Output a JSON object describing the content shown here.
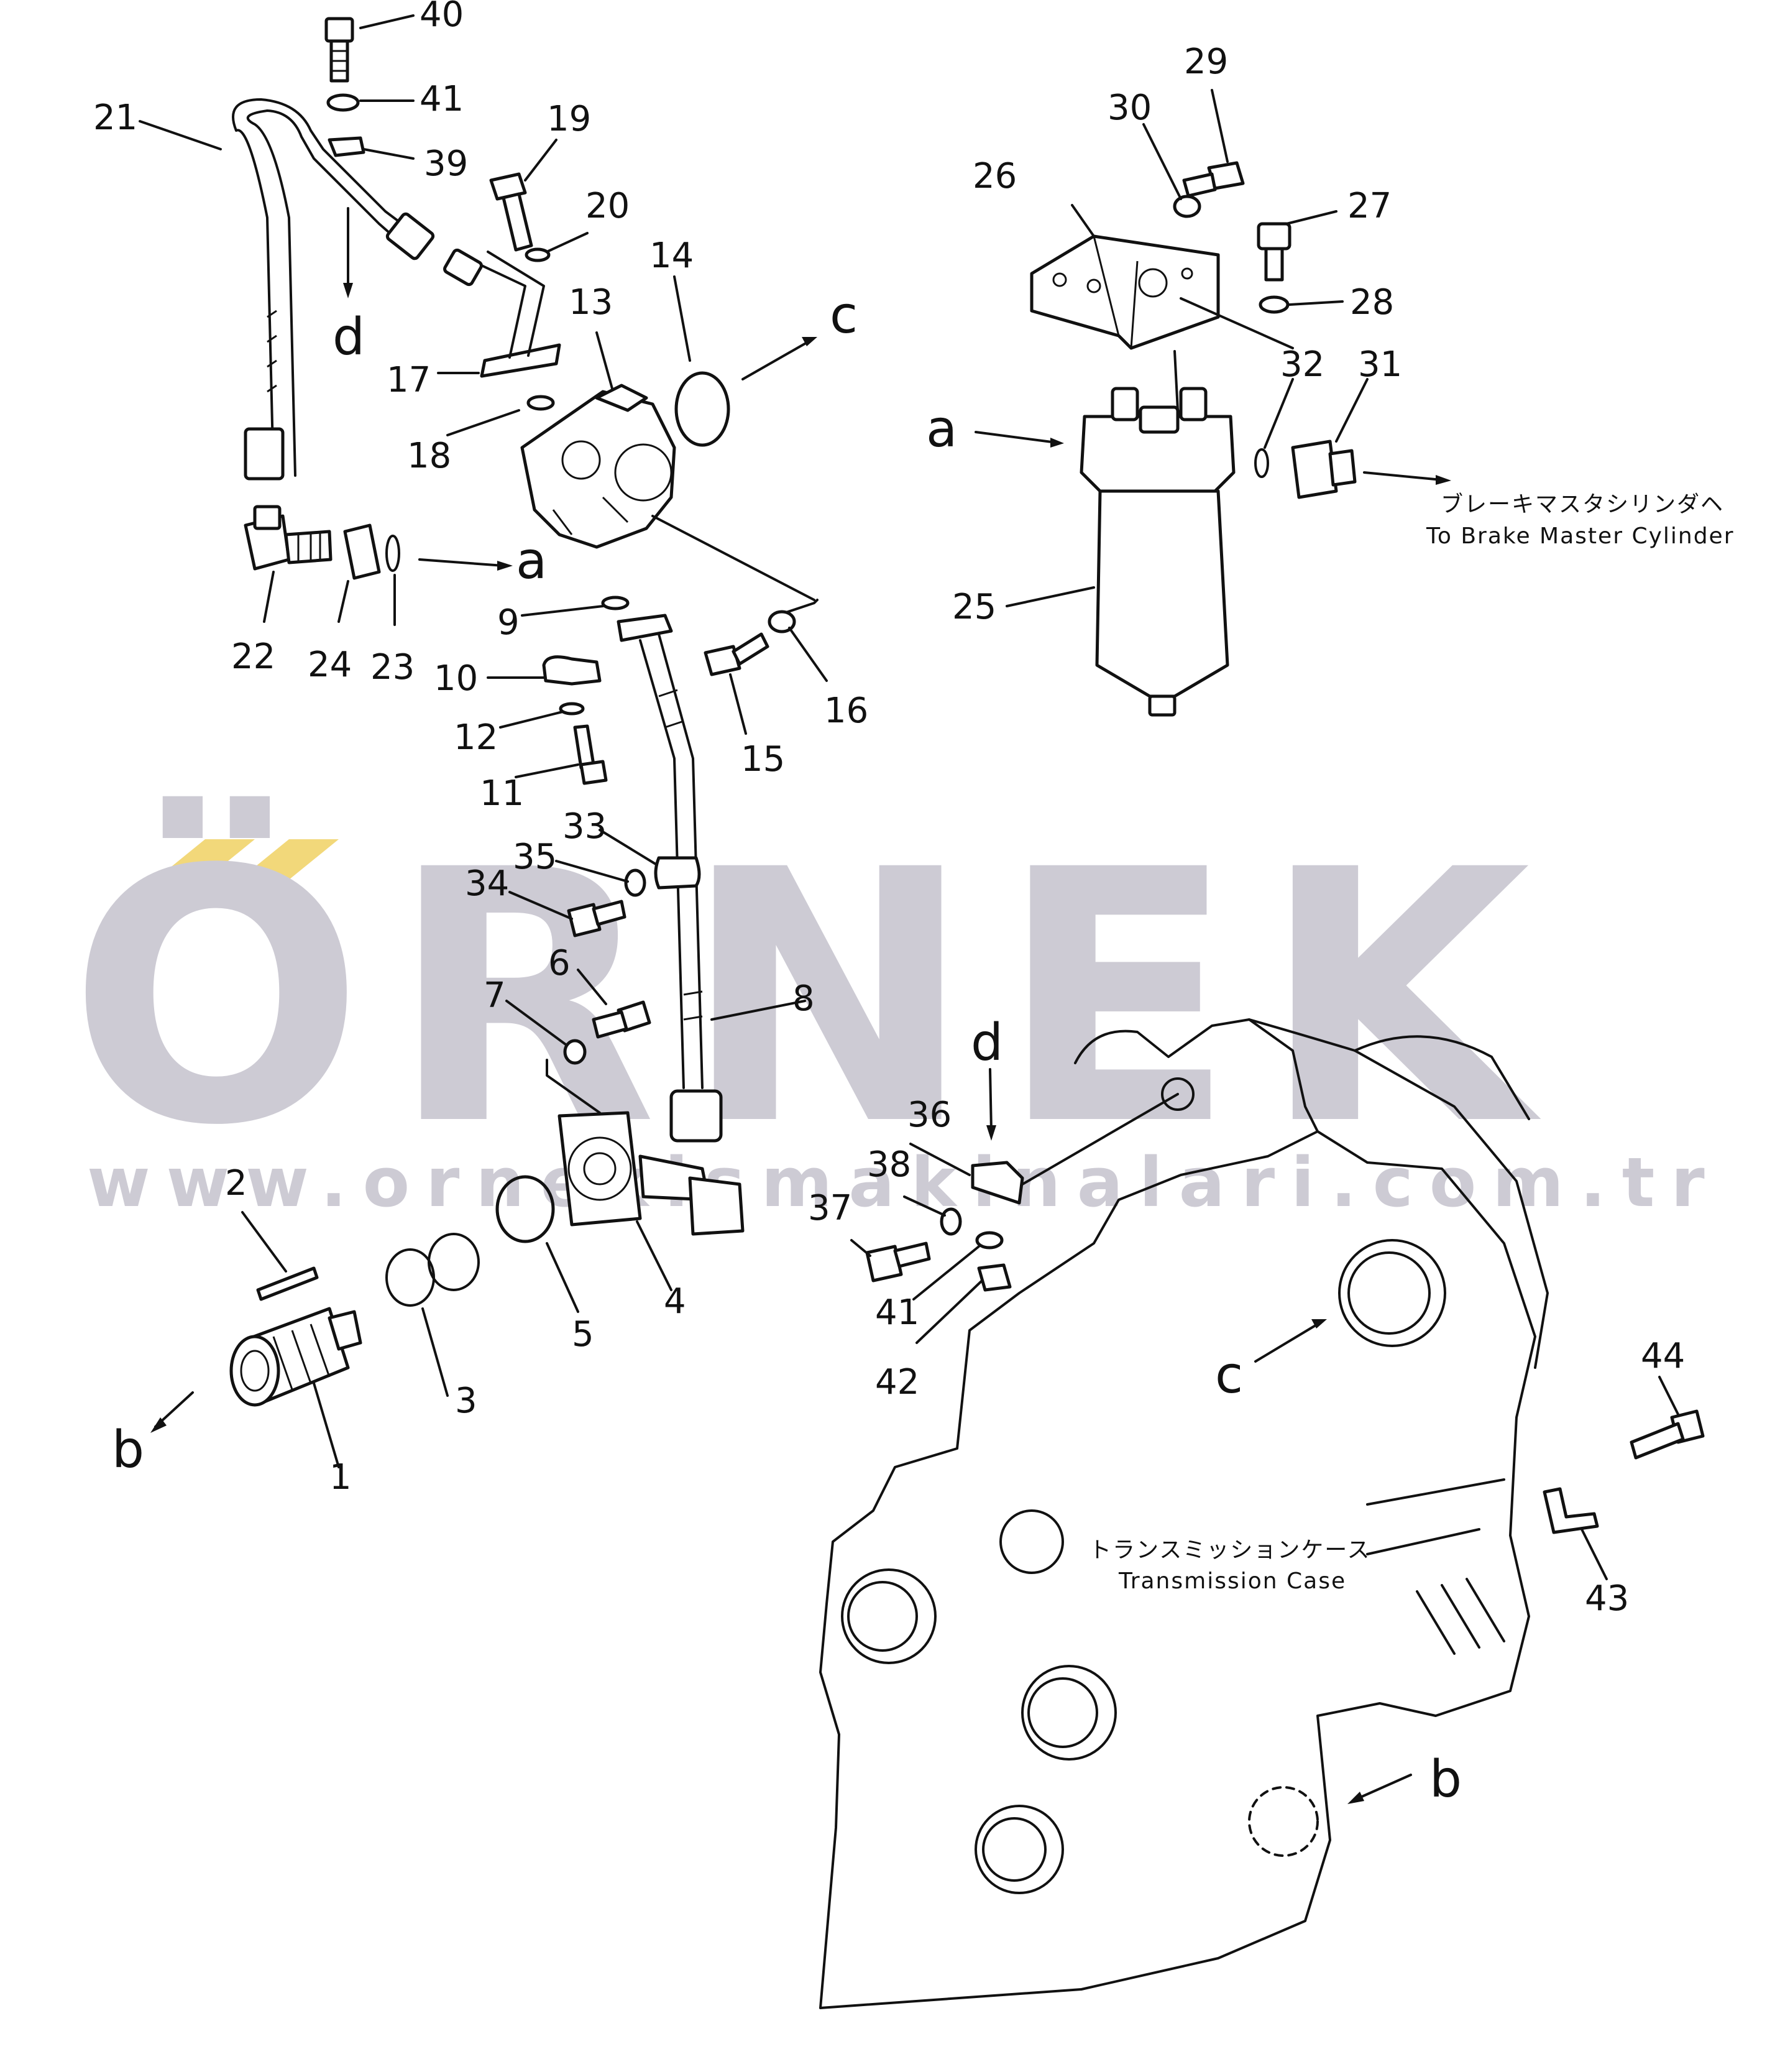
{
  "watermark": {
    "brand": "ÖRNEK",
    "url": "www.ornekismakinalari.com.tr",
    "accent_color": "#f2d87a",
    "text_color": "#cdcbd4"
  },
  "captions": {
    "brake_jp": "ブレーキマスタシリンダヘ",
    "brake_en": "To Brake Master Cylinder",
    "case_jp": "トランスミッションケース",
    "case_en": "Transmission Case"
  },
  "part_numbers": [
    "1",
    "2",
    "3",
    "4",
    "5",
    "6",
    "7",
    "8",
    "9",
    "10",
    "11",
    "12",
    "13",
    "14",
    "15",
    "16",
    "17",
    "18",
    "19",
    "20",
    "21",
    "22",
    "23",
    "24",
    "25",
    "26",
    "27",
    "28",
    "29",
    "30",
    "31",
    "32",
    "33",
    "34",
    "35",
    "36",
    "37",
    "38",
    "39",
    "40",
    "41",
    "41",
    "42",
    "43",
    "44"
  ],
  "connection_letters": [
    "a",
    "a",
    "a",
    "b",
    "b",
    "c",
    "c",
    "d",
    "d"
  ]
}
